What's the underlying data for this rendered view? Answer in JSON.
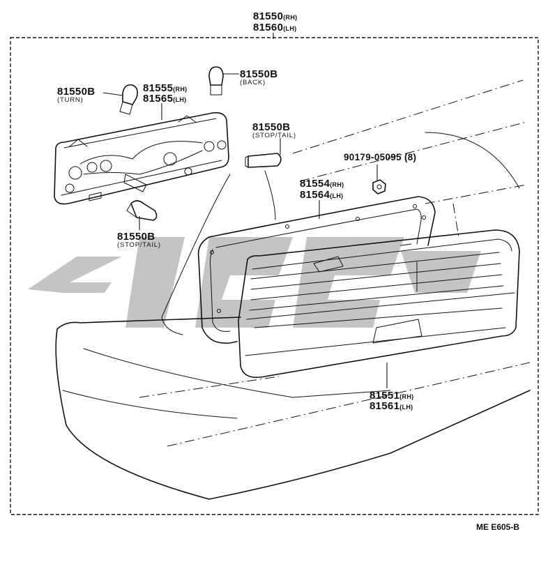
{
  "labels": {
    "assembly_rh": "81550",
    "assembly_rh_side": "(RH)",
    "assembly_lh": "81560",
    "assembly_lh_side": "(LH)",
    "bulb_back": "81550B",
    "bulb_back_note": "(BACK)",
    "bulb_turn": "81550B",
    "bulb_turn_note": "(TURN)",
    "socket_rh": "81555",
    "socket_rh_side": "(RH)",
    "socket_lh": "81565",
    "socket_lh_side": "(LH)",
    "bulb_stop_tail_upper": "81550B",
    "bulb_stop_tail_upper_note": "(STOP/TAIL)",
    "nut": "90179-05095",
    "nut_qty": "(8)",
    "gasket_rh": "81554",
    "gasket_rh_side": "(RH)",
    "gasket_lh": "81564",
    "gasket_lh_side": "(LH)",
    "bulb_stop_tail_lower": "81550B",
    "bulb_stop_tail_lower_note": "(STOP/TAIL)",
    "lens_rh": "81551",
    "lens_rh_side": "(RH)",
    "lens_lh": "81561",
    "lens_lh_side": "(LH)"
  },
  "diagram_ref": "ME E605-B",
  "colors": {
    "line": "#111111",
    "watermark": "#c4c4c4",
    "background": "#ffffff"
  }
}
